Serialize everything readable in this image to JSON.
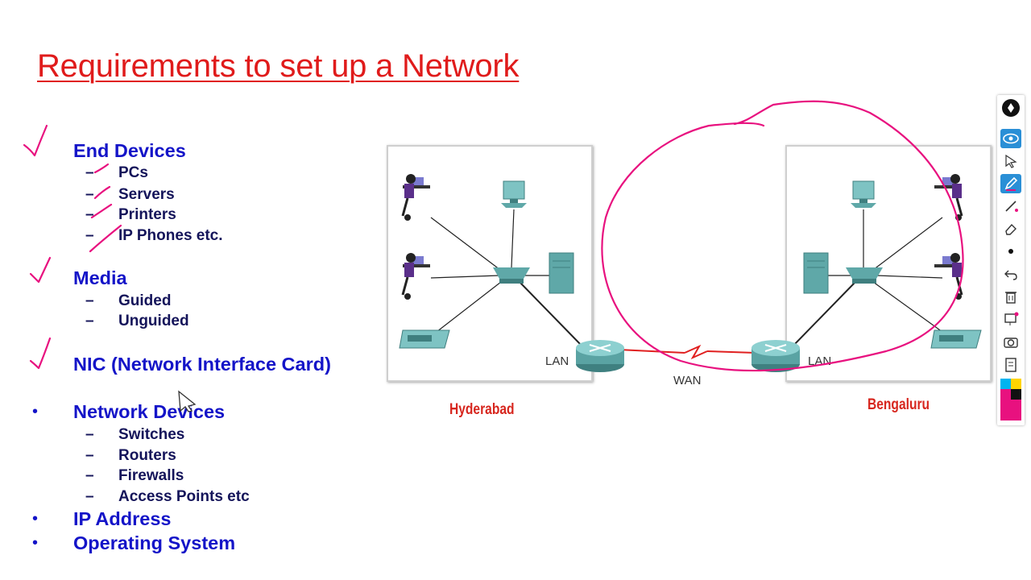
{
  "slide": {
    "title": "Requirements to set up a Network",
    "sections": [
      {
        "label": "End Devices",
        "items": [
          "PCs",
          "Servers",
          "Printers",
          "IP Phones etc."
        ]
      },
      {
        "label": "Media",
        "items": [
          "Guided",
          "Unguided"
        ]
      },
      {
        "label": "NIC (Network Interface Card)",
        "items": []
      },
      {
        "label": "Network Devices",
        "items": [
          "Switches",
          "Routers",
          "Firewalls",
          "Access Points etc"
        ]
      },
      {
        "label": "IP Address",
        "items": []
      },
      {
        "label": "Operating System",
        "items": []
      }
    ],
    "bullet_char": "•",
    "dash_char": "–"
  },
  "diagram": {
    "left_city": "Hyderabad",
    "right_city": "Bengaluru",
    "lan_left": "LAN",
    "lan_right": "LAN",
    "wan": "WAN"
  },
  "toolbar": {
    "tools": [
      "app-logo-icon",
      "eye-icon",
      "pointer-icon",
      "pen-icon",
      "line-icon",
      "eraser-icon",
      "dot-icon",
      "undo-icon",
      "trash-icon",
      "screen-icon",
      "camera-icon",
      "clipboard-icon",
      "color-palette-icon"
    ],
    "active_tool": "pen-icon"
  },
  "colors": {
    "title": "#e01b1b",
    "heading": "#1414c8",
    "annotation_ink": "#e8117f",
    "city_label": "#d7261e"
  }
}
